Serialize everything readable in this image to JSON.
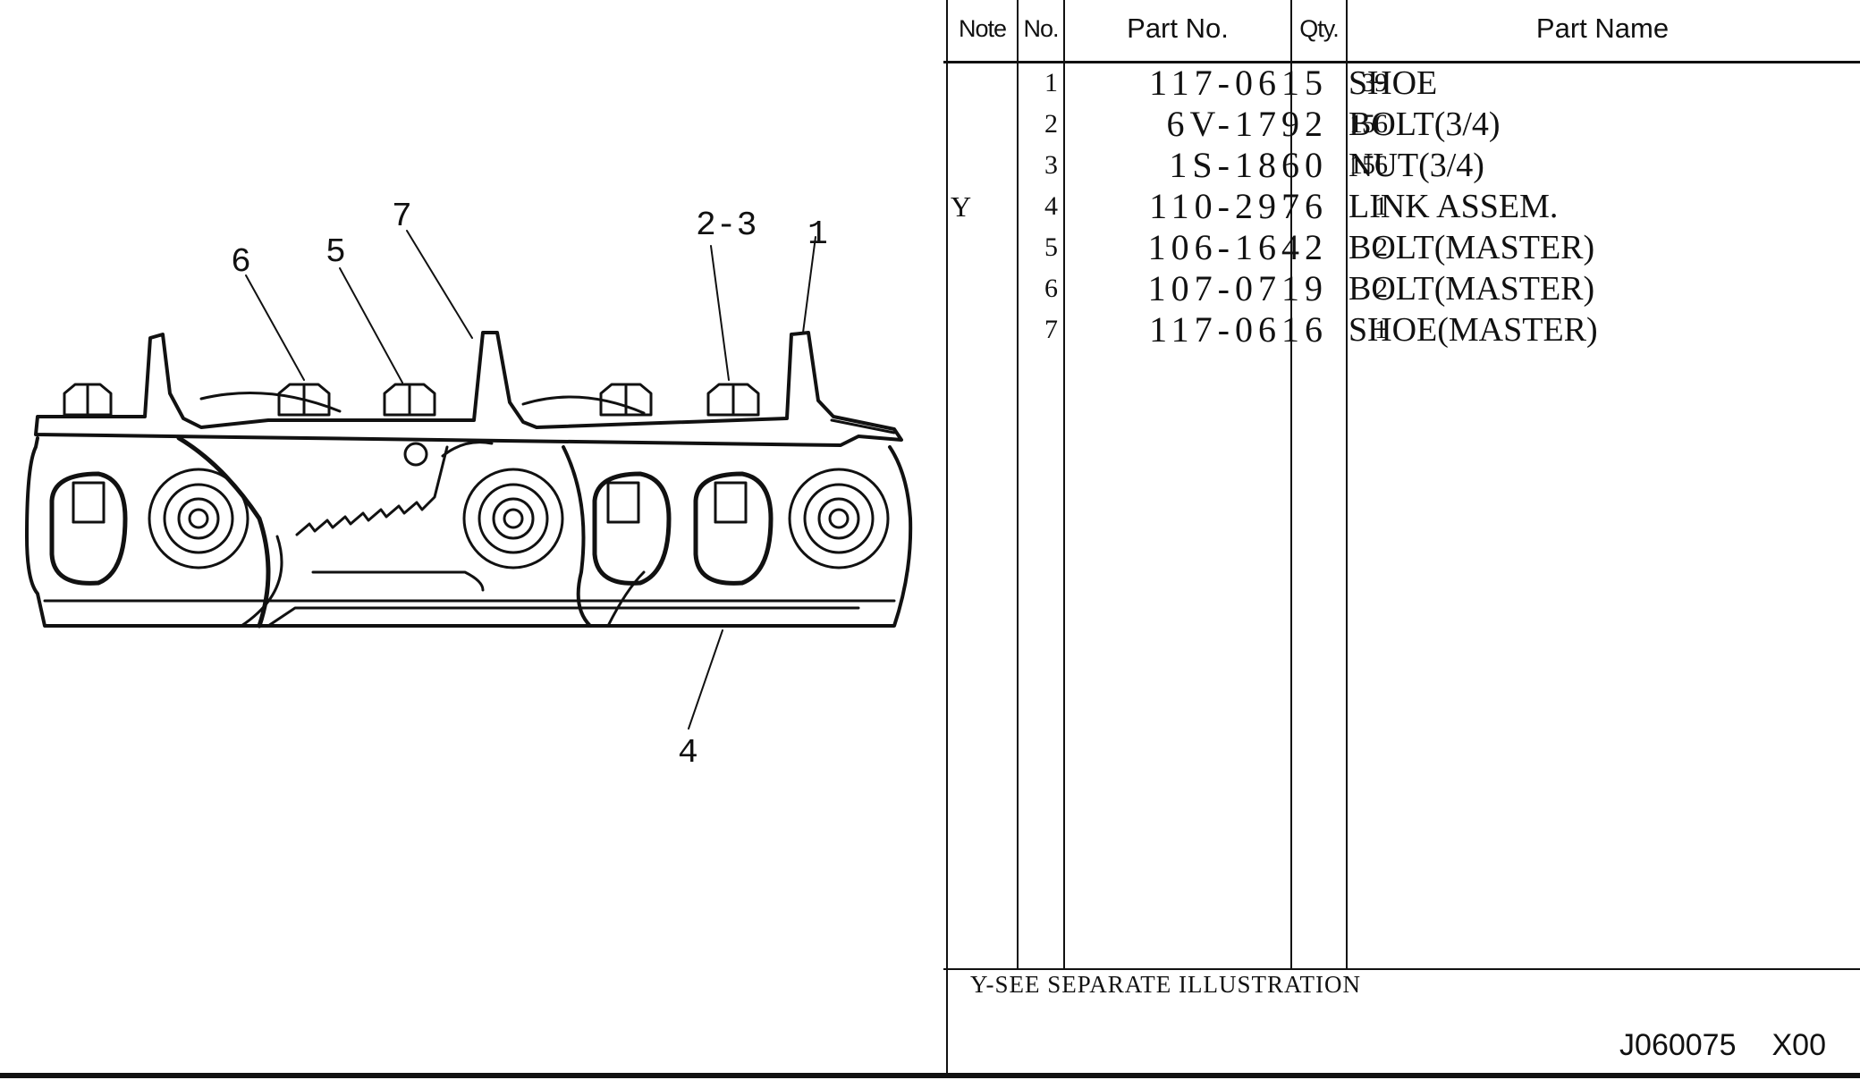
{
  "table": {
    "headers": {
      "note": "Note",
      "no": "No.",
      "part_no": "Part No.",
      "qty": "Qty.",
      "part_name": "Part Name"
    },
    "rows": [
      {
        "note": "",
        "no": "1",
        "part_no": "117-0615",
        "qty": "39",
        "name": "SHOE"
      },
      {
        "note": "",
        "no": "2",
        "part_no": "6V-1792",
        "qty": "156",
        "name": "BOLT(3/4)"
      },
      {
        "note": "",
        "no": "3",
        "part_no": "1S-1860",
        "qty": "156",
        "name": "NUT(3/4)"
      },
      {
        "note": "Y",
        "no": "4",
        "part_no": "110-2976",
        "qty": "1",
        "name": "LINK ASSEM."
      },
      {
        "note": "",
        "no": "5",
        "part_no": "106-1642",
        "qty": "2",
        "name": "BOLT(MASTER)"
      },
      {
        "note": "",
        "no": "6",
        "part_no": "107-0719",
        "qty": "2",
        "name": "BOLT(MASTER)"
      },
      {
        "note": "",
        "no": "7",
        "part_no": "117-0616",
        "qty": "1",
        "name": "SHOE(MASTER)"
      }
    ],
    "footnote": "Y-SEE SEPARATE ILLUSTRATION"
  },
  "illustration": {
    "callouts": [
      "6",
      "5",
      "7",
      "2-3",
      "1",
      "4"
    ]
  },
  "document": {
    "code": "J060075",
    "revision": "X00"
  }
}
